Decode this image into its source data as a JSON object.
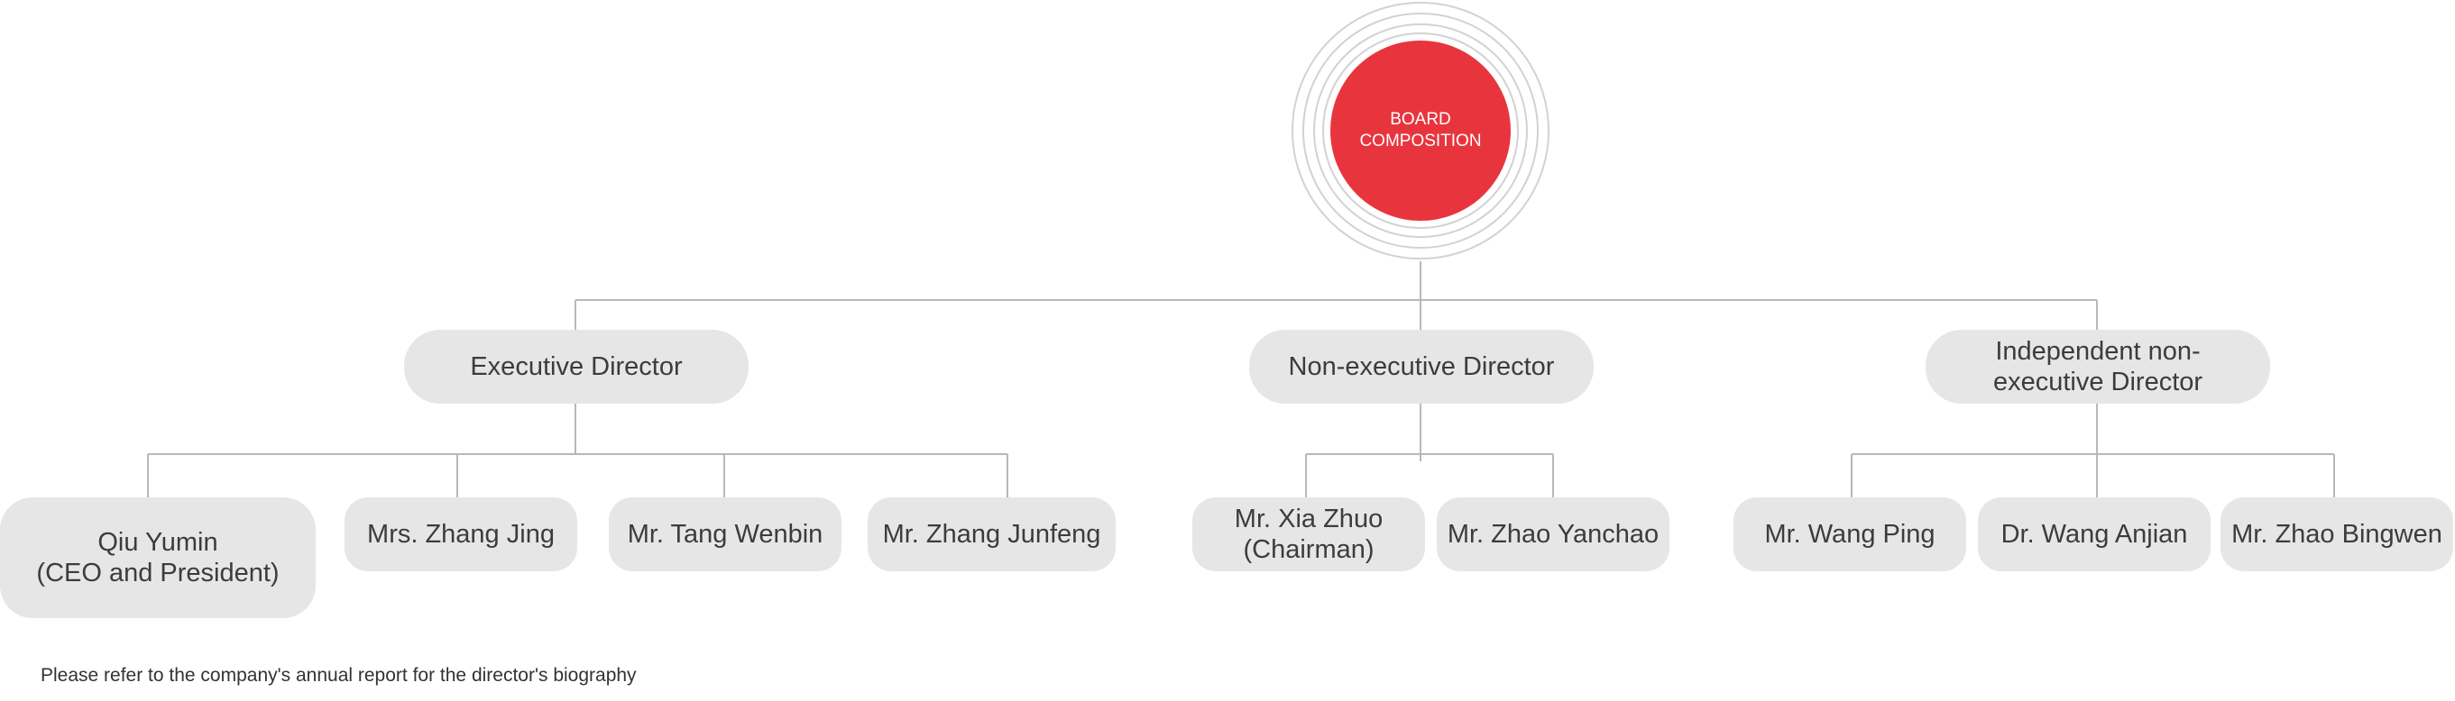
{
  "center": {
    "label": "BOARD\nCOMPOSITION",
    "color": "#e8353d",
    "ring_color": "#d2d2d2"
  },
  "categories": [
    {
      "label": "Executive Director"
    },
    {
      "label": "Non-executive Director"
    },
    {
      "label": "Independent non-\nexecutive Director"
    }
  ],
  "members": {
    "executive": [
      "Qiu Yumin\n(CEO and President)",
      "Mrs. Zhang Jing",
      "Mr. Tang Wenbin",
      "Mr. Zhang Junfeng"
    ],
    "non_executive": [
      "Mr. Xia Zhuo\n(Chairman)",
      "Mr. Zhao Yanchao"
    ],
    "independent": [
      "Mr. Wang Ping",
      "Dr. Wang Anjian",
      "Mr. Zhao Bingwen"
    ]
  },
  "footnote": "Please refer to the company's annual report for the director's biography",
  "colors": {
    "pill_background": "#e6e6e6",
    "connector": "#b8b8b8",
    "text": "#333333"
  }
}
